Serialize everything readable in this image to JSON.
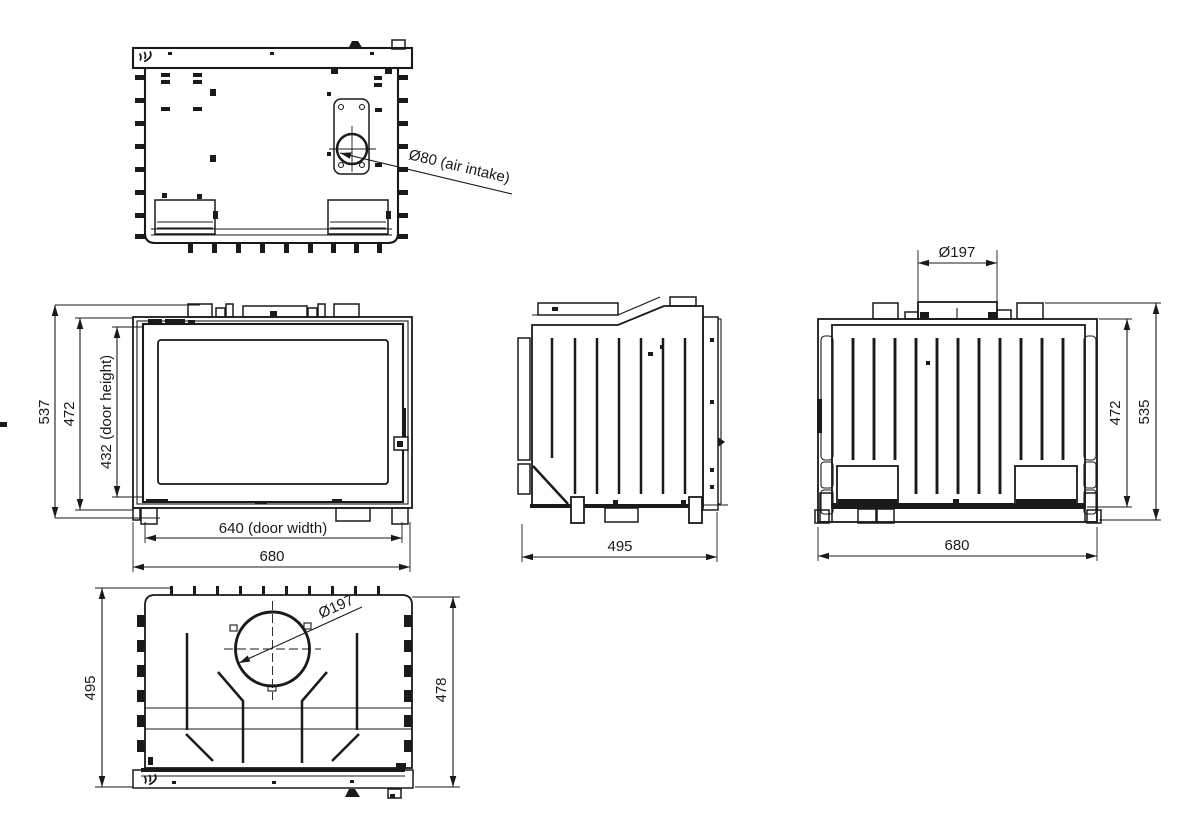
{
  "drawing": {
    "line_color": "#1a1a1a",
    "background_color": "#ffffff",
    "bottom_view": {
      "air_intake_label": "Ø80 (air intake)"
    },
    "front_view": {
      "overall_height": "537",
      "frame_height": "472",
      "door_height": "432 (door height)",
      "door_width": "640 (door width)",
      "overall_width": "680"
    },
    "side_view": {
      "depth": "495"
    },
    "rear_view": {
      "flue_diameter": "Ø197",
      "frame_height": "472",
      "overall_height": "535",
      "overall_width": "680"
    },
    "top_view": {
      "depth": "495",
      "body_depth": "478",
      "flue_diameter": "Ø197"
    }
  }
}
